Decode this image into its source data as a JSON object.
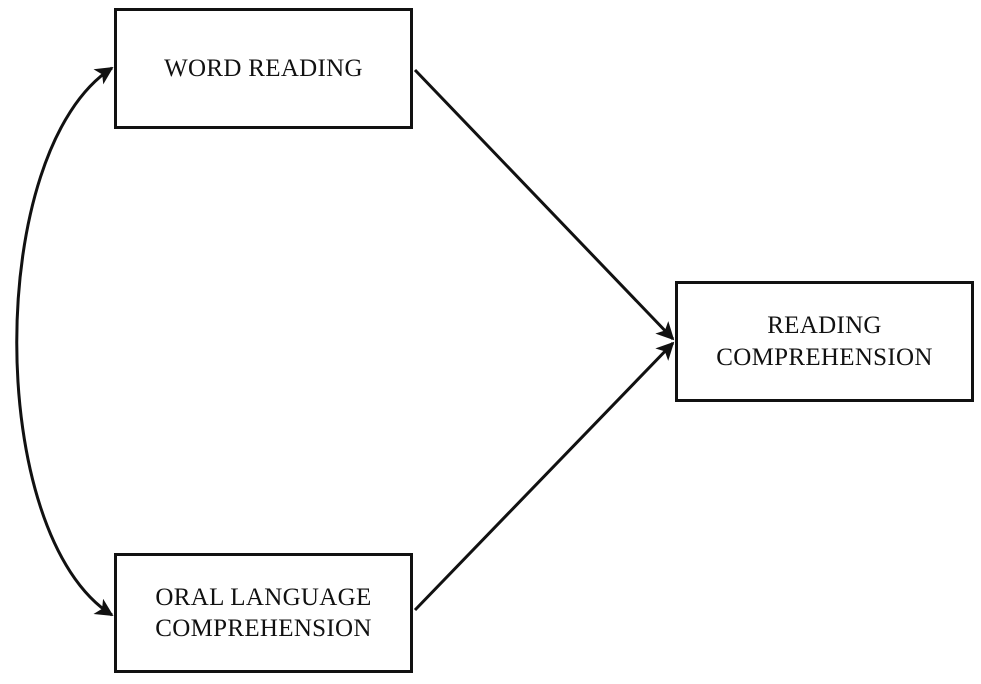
{
  "nodes": {
    "word_reading": {
      "lines": [
        "WORD READING"
      ]
    },
    "oral_language": {
      "lines": [
        "ORAL LANGUAGE",
        "COMPREHENSION"
      ]
    },
    "reading_comprehension": {
      "lines": [
        "READING",
        "COMPREHENSION"
      ]
    }
  },
  "edges": [
    {
      "from": "word_reading",
      "to": "reading_comprehension",
      "kind": "directed"
    },
    {
      "from": "oral_language",
      "to": "reading_comprehension",
      "kind": "directed"
    },
    {
      "from": "word_reading",
      "to": "oral_language",
      "kind": "bidirectional-curved"
    }
  ],
  "colors": {
    "stroke": "#111111",
    "background": "#ffffff"
  }
}
